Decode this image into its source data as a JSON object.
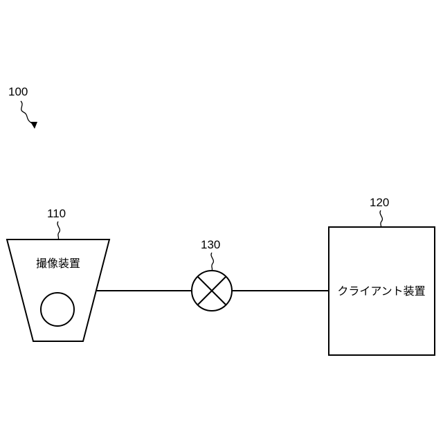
{
  "figure": {
    "system_ref": "100",
    "camera": {
      "ref": "110",
      "label": "撮像装置"
    },
    "client": {
      "ref": "120",
      "label": "クライアント装置"
    },
    "network": {
      "ref": "130"
    }
  },
  "colors": {
    "line": "#000000",
    "background": "#ffffff"
  }
}
